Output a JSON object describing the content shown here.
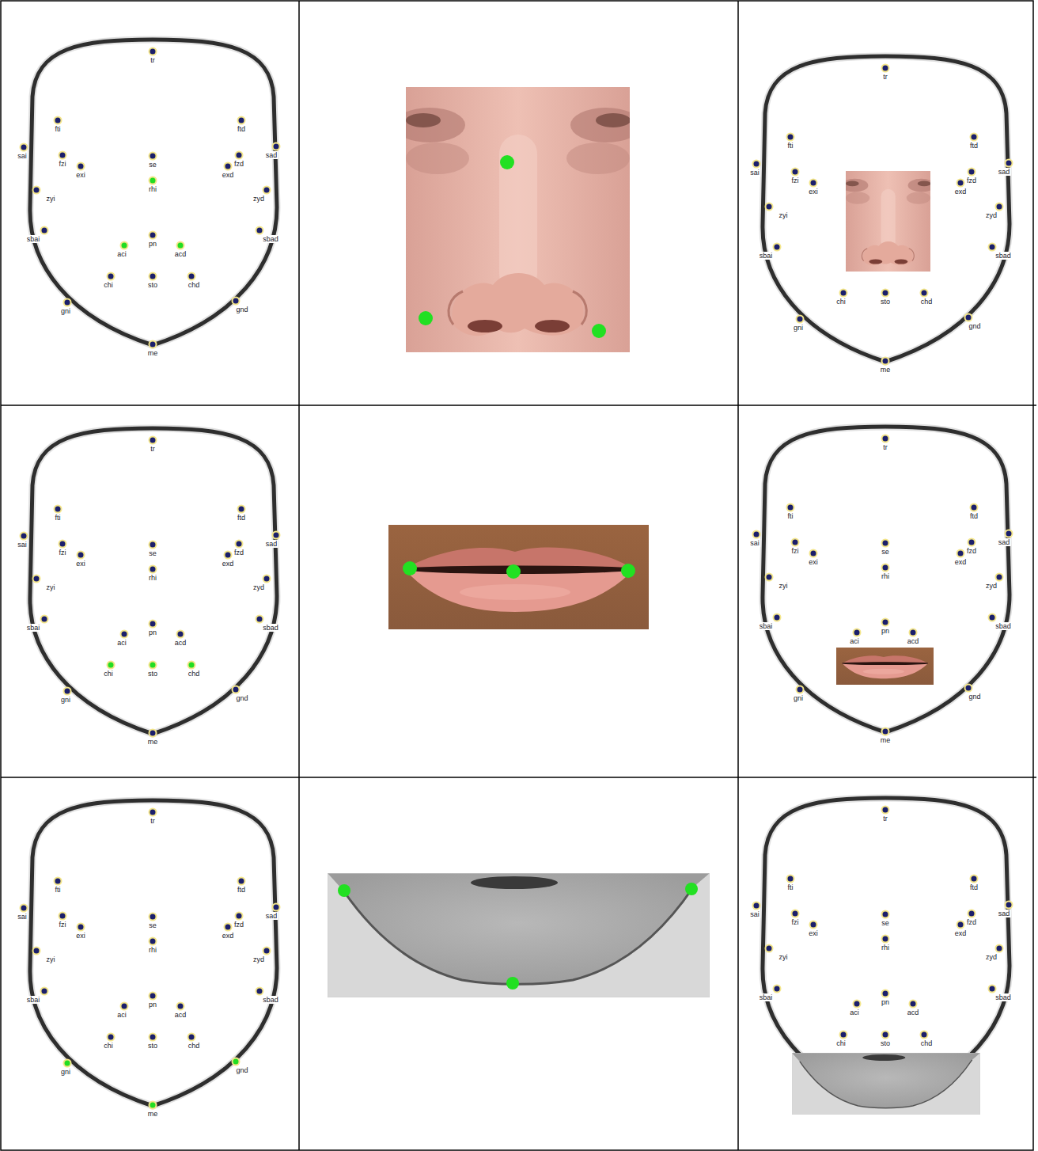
{
  "diagram": {
    "labels": [
      "tr",
      "fti",
      "ftd",
      "sai",
      "sad",
      "fzi",
      "fzd",
      "exi",
      "exd",
      "se",
      "rhi",
      "zyi",
      "zyd",
      "sbai",
      "sbad",
      "pn",
      "aci",
      "acd",
      "chi",
      "sto",
      "chd",
      "gni",
      "gnd",
      "me",
      "tr",
      "fti",
      "ftd",
      "sai",
      "sad",
      "fzi",
      "fzd",
      "exi",
      "exd",
      "zyi",
      "zyd",
      "sbai",
      "sbad",
      "chi",
      "sto",
      "chd",
      "gni",
      "gnd",
      "me",
      "tr",
      "fti",
      "ftd",
      "sai",
      "sad",
      "fzi",
      "fzd",
      "exi",
      "exd",
      "se",
      "rhi",
      "zyi",
      "zyd",
      "sbai",
      "sbad",
      "pn",
      "aci",
      "acd",
      "chi",
      "sto",
      "chd",
      "gni",
      "gnd",
      "me",
      "tr",
      "fti",
      "ftd",
      "sai",
      "sad",
      "fzi",
      "fzd",
      "exi",
      "exd",
      "se",
      "rhi",
      "zyi",
      "zyd",
      "sbai",
      "sbad",
      "pn",
      "aci",
      "acd",
      "gni",
      "gnd",
      "me",
      "tr",
      "fti",
      "ftd",
      "sai",
      "sad",
      "fzi",
      "fzd",
      "exi",
      "exd",
      "se",
      "rhi",
      "zyi",
      "zyd",
      "sbai",
      "sbad",
      "pn",
      "aci",
      "acd",
      "chi",
      "sto",
      "chd",
      "gni",
      "gnd",
      "me",
      "tr",
      "fti",
      "ftd",
      "sai",
      "sad",
      "fzi",
      "fzd",
      "exi",
      "exd",
      "se",
      "rhi",
      "zyi",
      "zyd",
      "sbai",
      "sbad",
      "pn",
      "aci",
      "acd",
      "chi",
      "sto",
      "chd"
    ]
  }
}
